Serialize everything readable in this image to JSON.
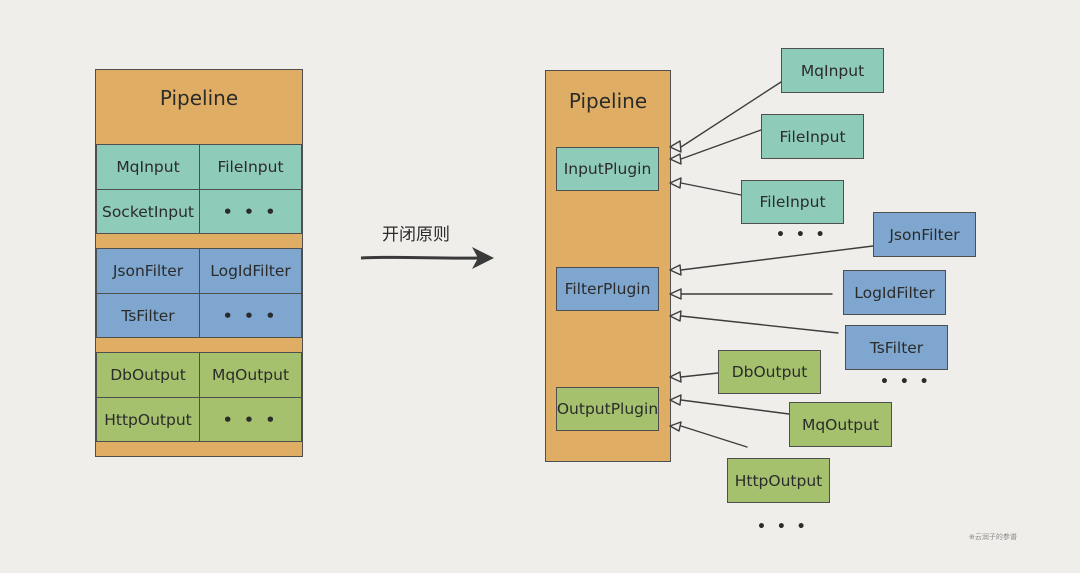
{
  "left": {
    "title": "Pipeline",
    "input_cells": [
      "MqInput",
      "FileInput",
      "SocketInput",
      "• • •"
    ],
    "filter_cells": [
      "JsonFilter",
      "LogIdFilter",
      "TsFilter",
      "• • •"
    ],
    "output_cells": [
      "DbOutput",
      "MqOutput",
      "HttpOutput",
      "• • •"
    ]
  },
  "arrow_label": "开闭原则",
  "right": {
    "title": "Pipeline",
    "input_plugin": "InputPlugin",
    "filter_plugin": "FilterPlugin",
    "output_plugin": "OutputPlugin"
  },
  "impls": {
    "input": [
      "MqInput",
      "FileInput",
      "FileInput"
    ],
    "filter": [
      "JsonFilter",
      "LogIdFilter",
      "TsFilter"
    ],
    "output": [
      "DbOutput",
      "MqOutput",
      "HttpOutput"
    ],
    "more": "• • •"
  },
  "watermark": "⊕云润子的参谱",
  "colors": {
    "background": "#efeeea",
    "pipeline": "#dfae64",
    "input": "#8fcbb9",
    "filter": "#7ea6cf",
    "output": "#a5c16e"
  }
}
